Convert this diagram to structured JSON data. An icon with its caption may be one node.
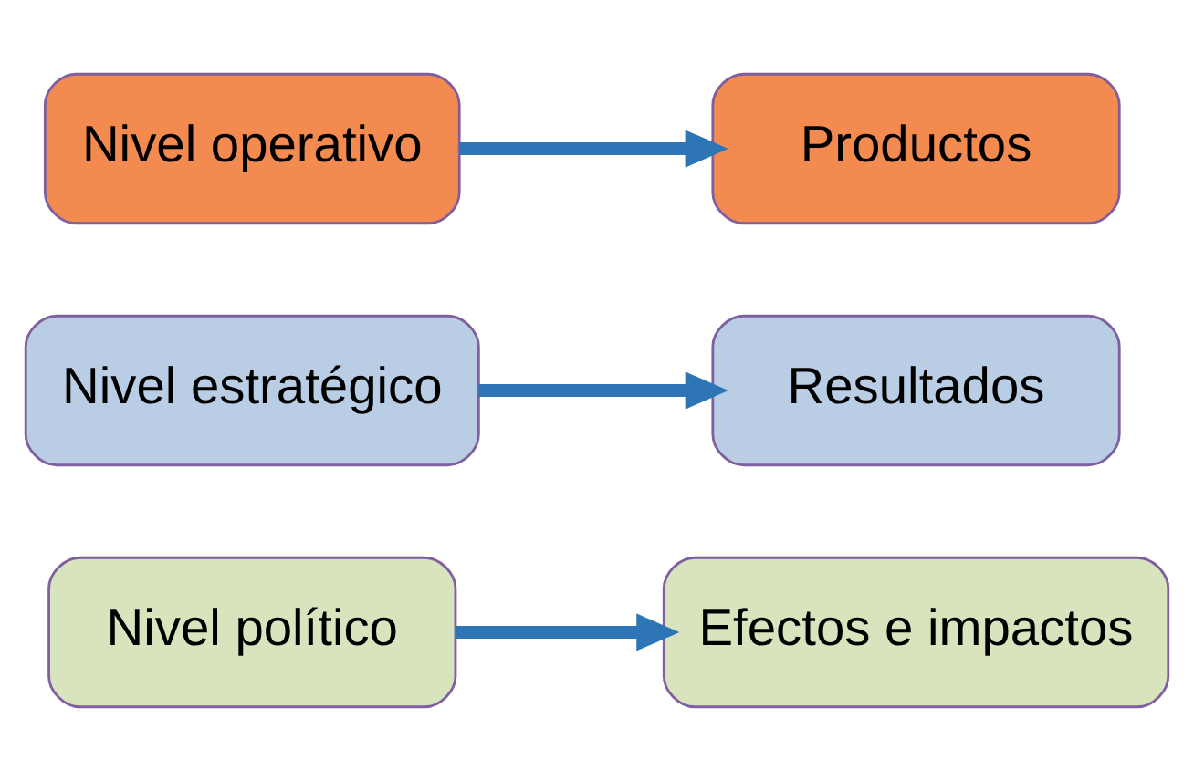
{
  "diagram": {
    "nodes": [
      {
        "text": [
          "Nivel político"
        ]
      },
      {
        "text": [
          "Efectos e impactos"
        ]
      },
      {
        "text": [
          "Nivel estratégico"
        ]
      },
      {
        "text": [
          "Resultados"
        ]
      },
      {
        "text": [
          "Nivel operativo"
        ]
      },
      {
        "text": [
          "Productos"
        ]
      }
    ],
    "edges": [
      {
        "from": 0,
        "to": 1,
        "arrow": "to"
      },
      {
        "from": 2,
        "to": 3,
        "arrow": "to"
      },
      {
        "from": 4,
        "to": 5,
        "arrow": "to"
      }
    ]
  }
}
